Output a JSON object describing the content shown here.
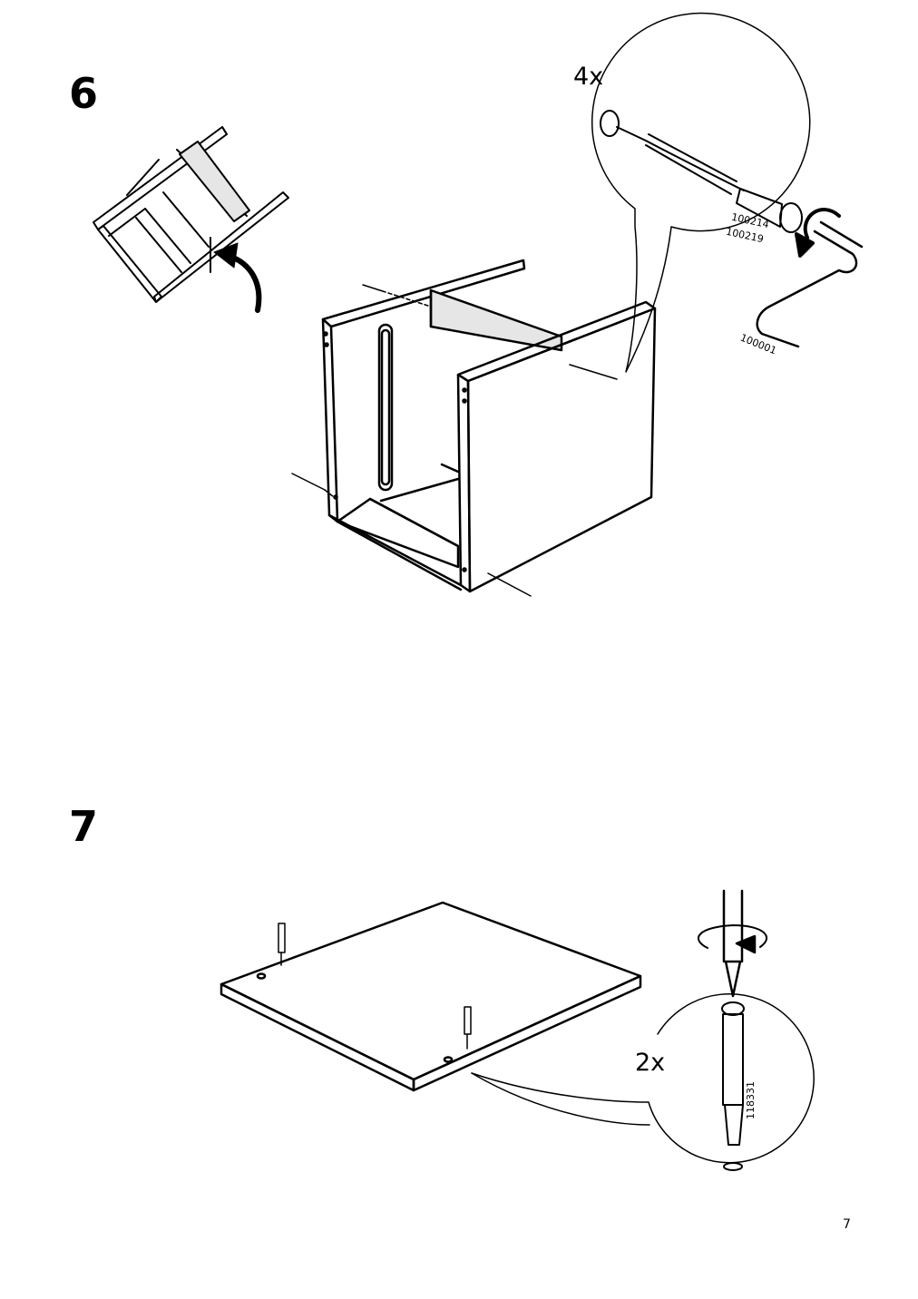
{
  "steps": [
    {
      "number": "6",
      "quantity": "4x",
      "parts": [
        "100214",
        "100219",
        "100001"
      ]
    },
    {
      "number": "7",
      "quantity": "2x",
      "parts": [
        "118331"
      ]
    }
  ],
  "page_number": "7",
  "colors": {
    "ink": "#000000",
    "foam_fill": "#e6e6e6",
    "paper": "#ffffff"
  },
  "icons": [
    "rotate-arrow-icon",
    "turn-direction-arrow-icon",
    "allen-key-icon",
    "screwdriver-icon"
  ]
}
